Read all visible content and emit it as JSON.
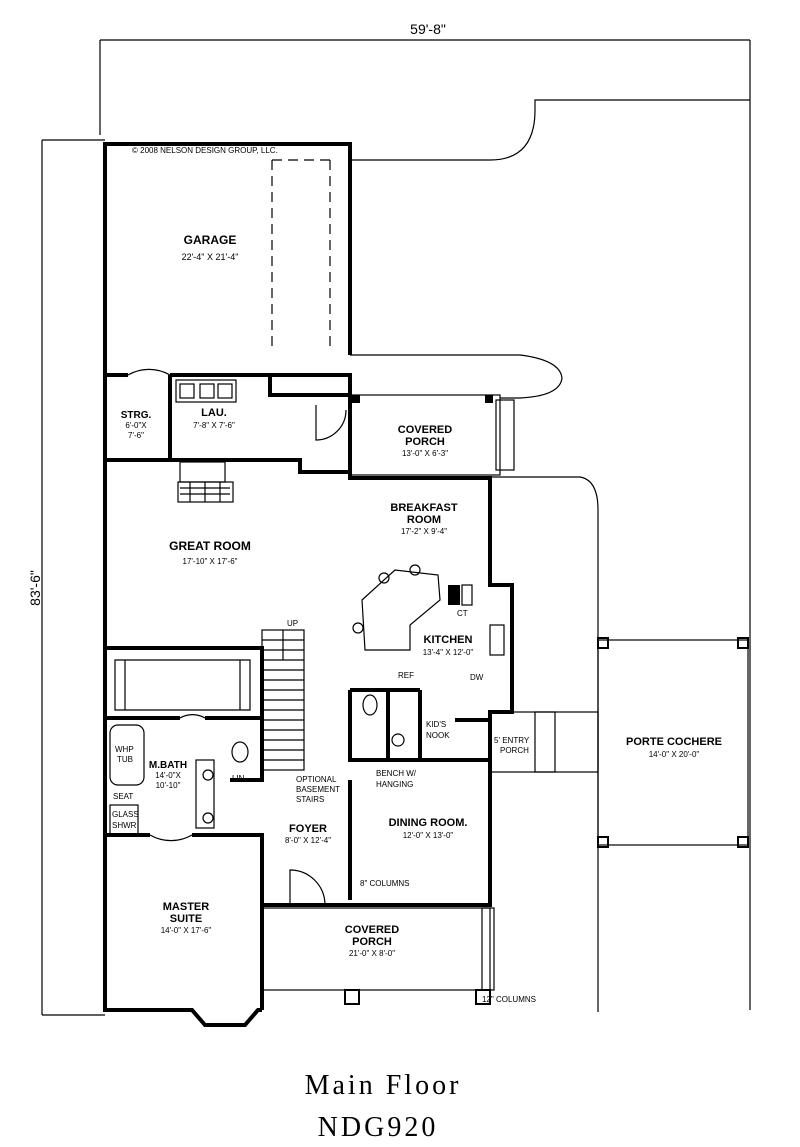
{
  "copyright": "© 2008 NELSON DESIGN GROUP, LLC.",
  "dimensions": {
    "width": "59'-8\"",
    "depth": "83'-6\""
  },
  "title": {
    "line1": "Main Floor",
    "line2": "NDG920"
  },
  "rooms": {
    "garage": {
      "name": "GARAGE",
      "size": "22'-4\" X 21'-4\""
    },
    "storage": {
      "name": "STRG.",
      "size1": "6'-0\"X",
      "size2": "7'-6\""
    },
    "laundry": {
      "name": "LAU.",
      "size": "7'-8\" X 7'-6\""
    },
    "covered_porch_rear": {
      "name1": "COVERED",
      "name2": "PORCH",
      "size": "13'-0\" X 6'-3\""
    },
    "breakfast": {
      "name1": "BREAKFAST",
      "name2": "ROOM",
      "size": "17'-2\" X 9'-4\""
    },
    "great_room": {
      "name": "GREAT ROOM",
      "size": "17'-10\" X 17'-6\""
    },
    "kitchen": {
      "name": "KITCHEN",
      "size": "13'-4\" X 12'-0\""
    },
    "master_bath": {
      "name": "M.BATH",
      "size1": "14'-0\"X",
      "size2": "10'-10\""
    },
    "master_suite": {
      "name1": "MASTER",
      "name2": "SUITE",
      "size": "14'-0\" X 17'-6\""
    },
    "foyer": {
      "name": "FOYER",
      "size": "8'-0\" X 12'-4\""
    },
    "dining": {
      "name": "DINING ROOM.",
      "size": "12'-0\" X 13'-0\""
    },
    "covered_porch_front": {
      "name1": "COVERED",
      "name2": "PORCH",
      "size": "21'-0\" X 8'-0\""
    },
    "porte_cochere": {
      "name": "PORTE COCHERE",
      "size": "14'-0\" X 20'-0\""
    }
  },
  "notes": {
    "up": "UP",
    "ct": "CT",
    "ref": "REF",
    "dw": "DW",
    "kids_nook1": "KID'S",
    "kids_nook2": "NOOK",
    "entry_porch1": "5' ENTRY",
    "entry_porch2": "PORCH",
    "bench1": "BENCH W/",
    "bench2": "HANGING",
    "optional1": "OPTIONAL",
    "optional2": "BASEMENT",
    "optional3": "STAIRS",
    "whp1": "WHP",
    "whp2": "TUB",
    "seat": "SEAT",
    "glass1": "GLASS",
    "glass2": "SHWR",
    "lin": "LIN.",
    "columns8": "8\" COLUMNS",
    "columns12": "12\" COLUMNS"
  }
}
